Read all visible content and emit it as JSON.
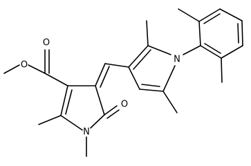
{
  "atoms": {
    "ester_o_single": "O",
    "ester_o_double": "O",
    "ring_n": "N",
    "lactam_o": "O",
    "pyrrole_n": "N"
  },
  "colors": {
    "ink": "#000000",
    "background": "#ffffff"
  }
}
